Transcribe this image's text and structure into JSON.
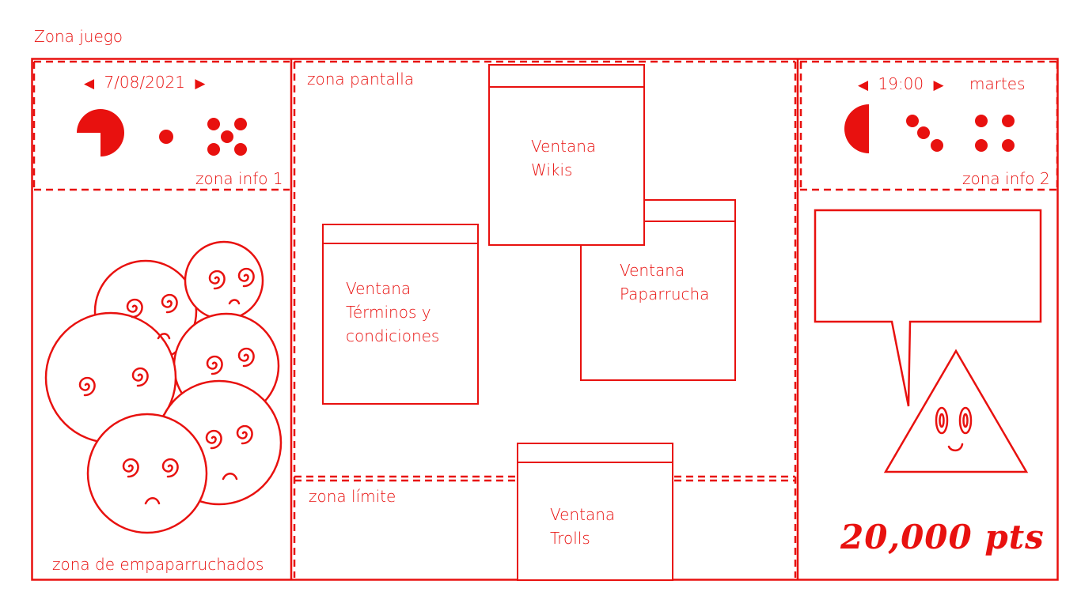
{
  "title": "Zona juego",
  "zones": {
    "info1": "zona info 1",
    "info2": "zona info 2",
    "pantalla": "zona pantalla",
    "limite": "zona límite",
    "empaparruchados": "zona de empaparruchados"
  },
  "info1": {
    "prev_arrow": "◀",
    "date": "7/08/2021",
    "next_arrow": "▶"
  },
  "info2": {
    "prev_arrow": "◀",
    "time": "19:00",
    "next_arrow": "▶",
    "day": "martes"
  },
  "windows": {
    "wikis": [
      "Ventana",
      "Wikis"
    ],
    "terminos": [
      "Ventana",
      "Términos y",
      "condiciones"
    ],
    "paparrucha": [
      "Ventana",
      "Paparrucha"
    ],
    "trolls": [
      "Ventana",
      "Trolls"
    ]
  },
  "score": "20,000 pts",
  "accent_color": "#e8110f",
  "icons": [
    "pie-chart-icon",
    "dot-icon",
    "five-dots-icon",
    "half-circle-icon",
    "three-dots-icon",
    "four-dots-icon",
    "dizzy-face-icon",
    "speech-bubble-icon",
    "triangle-character-icon"
  ]
}
